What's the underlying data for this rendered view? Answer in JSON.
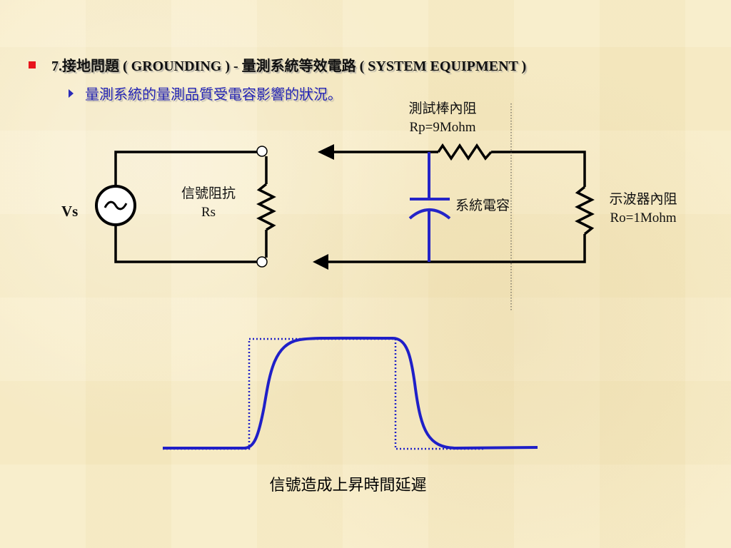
{
  "slide": {
    "title": "7.接地問題 ( GROUNDING ) - 量測系統等效電路 ( SYSTEM EQUIPMENT )",
    "subtitle": "量測系統的量測品質受電容影響的狀況。"
  },
  "circuit": {
    "source_label": "Vs",
    "source_symbol": "~",
    "source_impedance_name": "信號阻抗",
    "source_impedance_value": "Rs",
    "probe_resistance_name": "測試棒內阻",
    "probe_resistance_value": "Rp=9Mohm",
    "system_capacitance": "系統電容",
    "scope_resistance_name": "示波器內阻",
    "scope_resistance_value": "Ro=1Mohm"
  },
  "waveform": {
    "caption": "信號造成上昇時間延遲"
  },
  "colors": {
    "bullet": "#e8141c",
    "subtitle_text": "#2424b4",
    "capacitor": "#2424c8",
    "waveform": "#1f1fc8"
  }
}
